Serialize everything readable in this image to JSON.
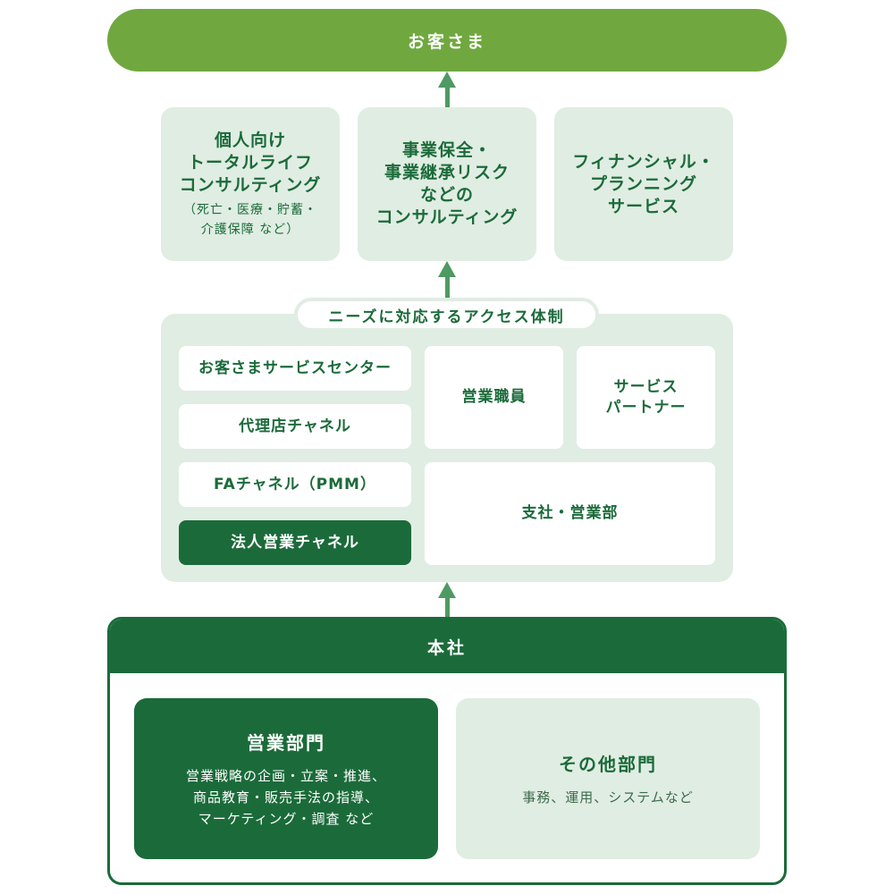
{
  "customer": {
    "label": "お客さま"
  },
  "services": [
    {
      "title": "個人向け\nトータルライフ\nコンサルティング",
      "note": "（死亡・医療・貯蓄・\n介護保障 など）"
    },
    {
      "title": "事業保全・\n事業継承リスク\nなどの\nコンサルティング"
    },
    {
      "title": "フィナンシャル・\nプランニング\nサービス"
    }
  ],
  "access": {
    "title": "ニーズに対応するアクセス体制",
    "channels": {
      "customer_service_center": "お客さまサービスセンター",
      "agency_channel": "代理店チャネル",
      "fa_channel": "FAチャネル（PMM）",
      "corporate_sales_channel": "法人営業チャネル",
      "sales_staff": "営業職員",
      "service_partner": "サービス\nパートナー",
      "branch_sales": "支社・営業部"
    }
  },
  "hq": {
    "title": "本社",
    "departments": [
      {
        "title": "営業部門",
        "description": "営業戦略の企画・立案・推進、\n商品教育・販売手法の指導、\nマーケティング・調査 など"
      },
      {
        "title": "その他部門",
        "description": "事務、運用、システムなど"
      }
    ]
  },
  "colors": {
    "customer_green": "#70a83f",
    "dark_green": "#1b6b3a",
    "light_green": "#e0ede3",
    "arrow_green": "#4e9a63"
  }
}
